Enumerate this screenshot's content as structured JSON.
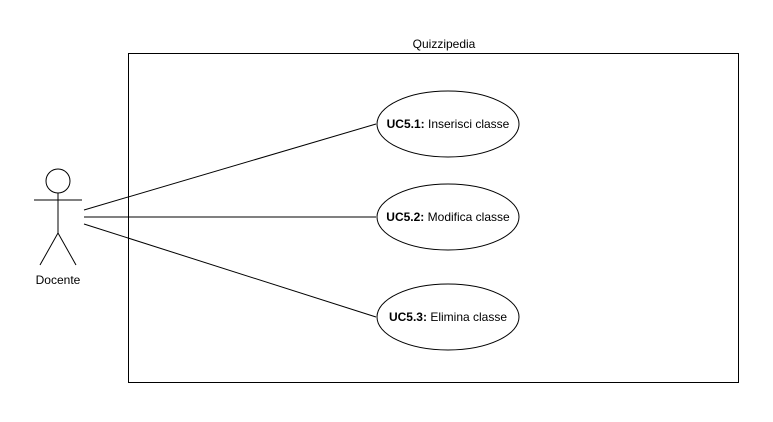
{
  "system": {
    "title": "Quizzipedia"
  },
  "actor": {
    "name": "Docente"
  },
  "use_cases": [
    {
      "id": "UC5.1:",
      "label": " Inserisci classe"
    },
    {
      "id": "UC5.2:",
      "label": " Modifica classe"
    },
    {
      "id": "UC5.3:",
      "label": " Elimina classe"
    }
  ],
  "colors": {
    "stroke": "#000000",
    "background": "#ffffff"
  }
}
